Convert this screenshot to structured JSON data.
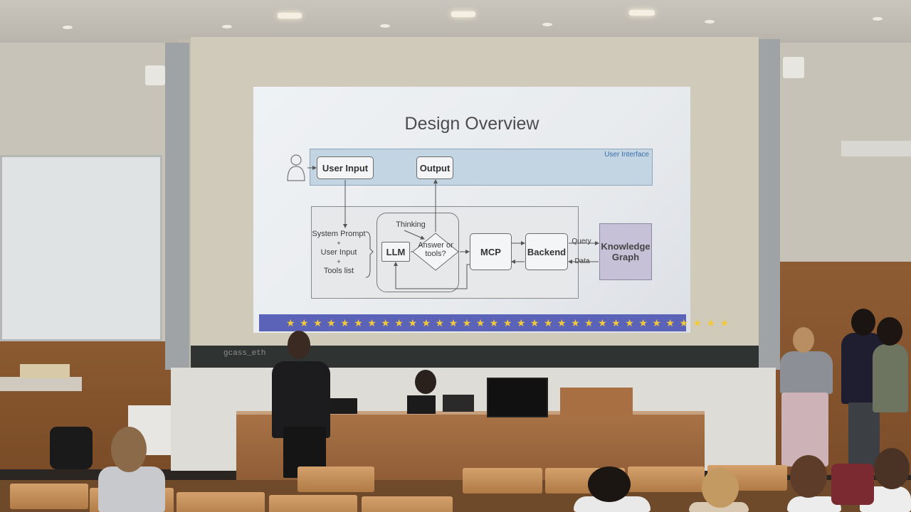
{
  "slide": {
    "title": "Design Overview",
    "region_label": "User Interface",
    "nodes": {
      "user_input": "User Input",
      "output": "Output",
      "llm": "LLM",
      "decision": "Answer or tools?",
      "thinking": "Thinking",
      "mcp": "MCP",
      "backend": "Backend",
      "knowledge_graph": "Knowledge Graph"
    },
    "context_stack": [
      "System Prompt",
      "+",
      "User Input",
      "+",
      "Tools list"
    ],
    "edge_labels": {
      "query": "Query",
      "data": "Data"
    },
    "footer_stars": "★★★★★★★★★★★★★★★★★★★★★★★★★★★★★★★★★"
  },
  "blackboard_text": "gcass_eth",
  "colors": {
    "ui_band": "#c3d4e2",
    "knowledge_graph": "#c7c1d8",
    "footer": "#5b63b8",
    "stars": "#f2c93a"
  }
}
